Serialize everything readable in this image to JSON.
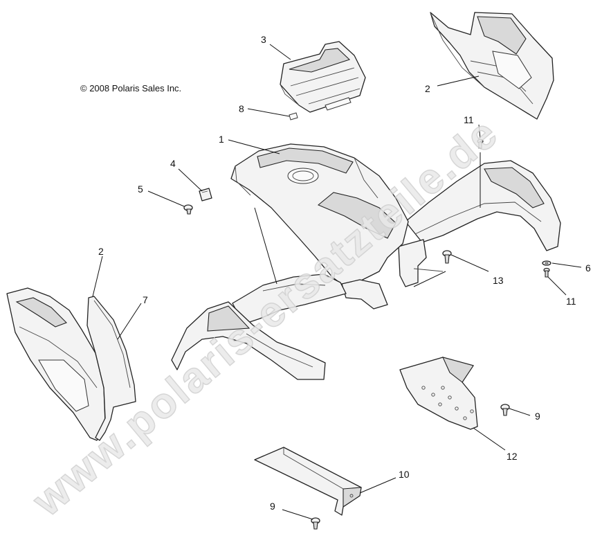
{
  "copyright": "© 2008 Polaris Sales Inc.",
  "watermark": "www.polaris-ersatzteile.de",
  "callouts": {
    "c1": "1",
    "c2_top": "2",
    "c2_left": "2",
    "c3": "3",
    "c4": "4",
    "c5": "5",
    "c6": "6",
    "c7": "7",
    "c8": "8",
    "c9_right": "9",
    "c9_bottom": "9",
    "c10": "10",
    "c11_top": "11",
    "c11_bottom": "11",
    "c12": "12",
    "c13": "13"
  },
  "colors": {
    "line": "#222222",
    "watermark": "#e9e9e9"
  }
}
